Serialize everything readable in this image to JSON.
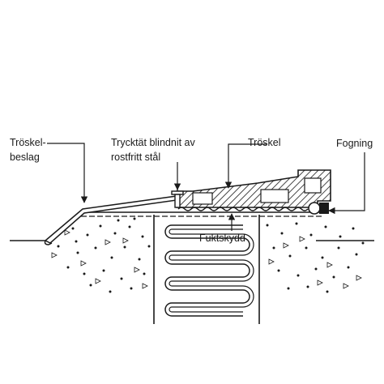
{
  "labels": {
    "threshold_fitting_line1": "Tröskel-",
    "threshold_fitting_line2": "beslag",
    "rivet_line1": "Trycktät blindnit av",
    "rivet_line2": "rostfritt stål",
    "threshold": "Tröskel",
    "sealant": "Fogning",
    "moisture_barrier": "Fuktskydd"
  },
  "colors": {
    "ink": "#1a1a1a",
    "hatch": "#1a1a1a",
    "background": "#ffffff"
  }
}
